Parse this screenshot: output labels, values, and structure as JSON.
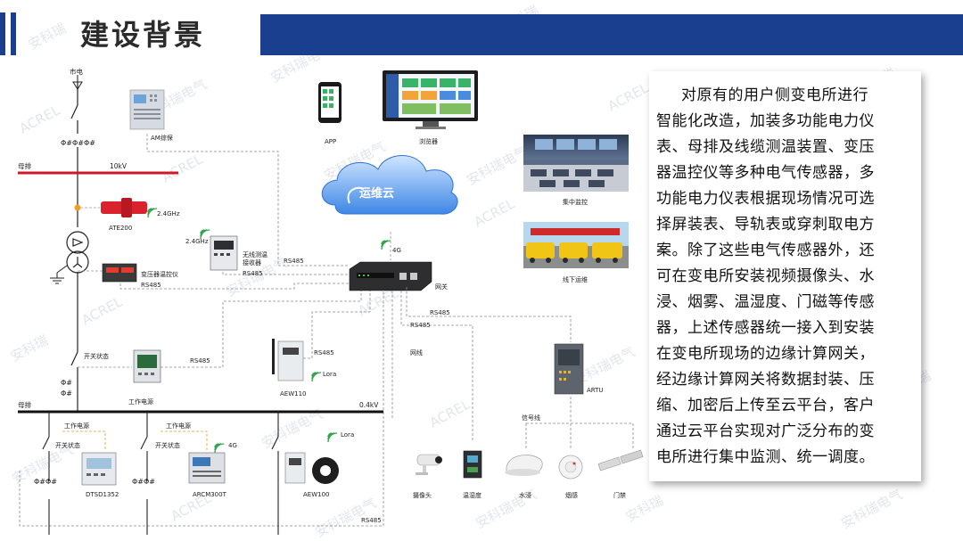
{
  "header": {
    "title": "建设背景",
    "accent_color": "#1a3f8f"
  },
  "watermark": {
    "brand_cn": "安科瑞电气",
    "brand_cn_short": "安科瑞",
    "brand_en": "ACREL"
  },
  "diagram": {
    "grid_label": "市电",
    "busbar_label": "母排",
    "voltage_hv": "10kV",
    "voltage_lv": "0.4kV",
    "breaker_symbols": "Φ#Φ#Φ#",
    "breaker_symbols_short": "Φ#",
    "breaker_symbols_pair": "Φ#Φ#",
    "devices": {
      "am_protection": "AM综保",
      "ate200": "ATE200",
      "wireless_temp": "无线测温接收器",
      "wireless_temp_l1": "无线测温",
      "wireless_temp_l2": "接收器",
      "transformer_ctrl": "变压器温控仪",
      "work_power": "工作电源",
      "switch_status": "开关状态",
      "aew110": "AEW110",
      "dtsd1352": "DTSD1352",
      "arcm300t": "ARCM300T",
      "aew100": "AEW100",
      "gateway": "网关",
      "artu": "ARTU",
      "app": "APP",
      "browser": "浏览器",
      "cloud": "运维云",
      "central_monitor": "集中监控",
      "offline_ops": "线下运维",
      "camera": "摄像头",
      "temp_humidity": "温湿度",
      "water": "水浸",
      "smoke": "烟感",
      "door": "门禁"
    },
    "links": {
      "rs485": "RS485",
      "freq_24": "2.4GHz",
      "lora": "Lora",
      "g4": "4G",
      "network_cable": "网线",
      "signal_line": "信号线"
    }
  },
  "description": {
    "lines": [
      "对原有的用户侧变电所进行",
      "智能化改造，加装多功能电力仪",
      "表、母排及线缆测温装置、变压",
      "器温控仪等多种电气传感器，多",
      "功能电力仪表根据现场情况可选",
      "择屏装表、导轨表或穿刺取电方",
      "案。除了这些电气传感器外，还",
      "可在变电所安装视频摄像头、水",
      "浸、烟雾、温湿度、门磁等传感",
      "器，上述传感器统一接入到安装",
      "在变电所现场的边缘计算网关，",
      "经边缘计算网关将数据封装、压",
      "缩、加密后上传至云平台，客户",
      "通过云平台实现对广泛分布的变",
      "电所进行集中监测、统一调度。"
    ]
  }
}
